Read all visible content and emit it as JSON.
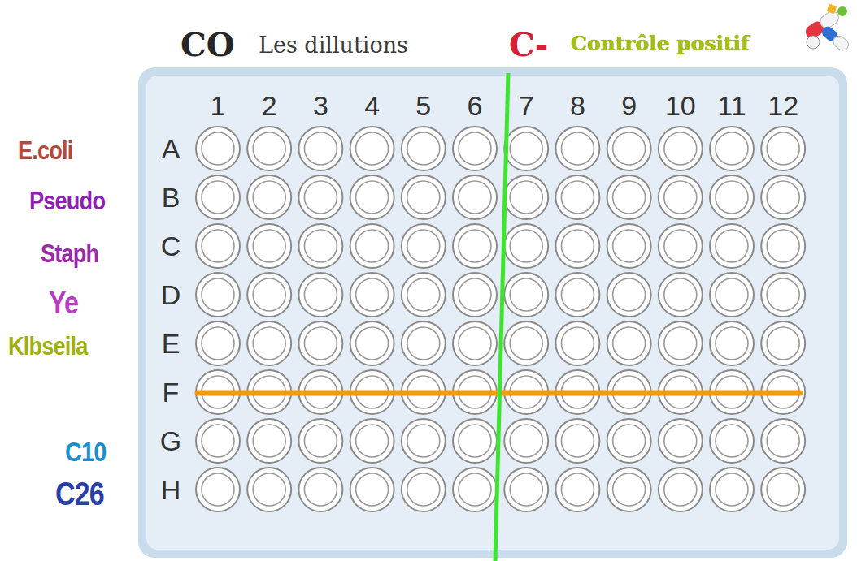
{
  "diagram": {
    "labels": [
      "CO",
      "Les dillutions",
      "C-",
      "Contrôle positif",
      "1",
      "2",
      "3",
      "4",
      "5",
      "6",
      "7",
      "8",
      "9",
      "10",
      "11",
      "12",
      "A",
      "B",
      "C",
      "D",
      "E",
      "F",
      "G",
      "H",
      "E.coli",
      "Pseudo",
      "Staph",
      "Ye",
      "Klbseila",
      "C10",
      "C26"
    ]
  }
}
